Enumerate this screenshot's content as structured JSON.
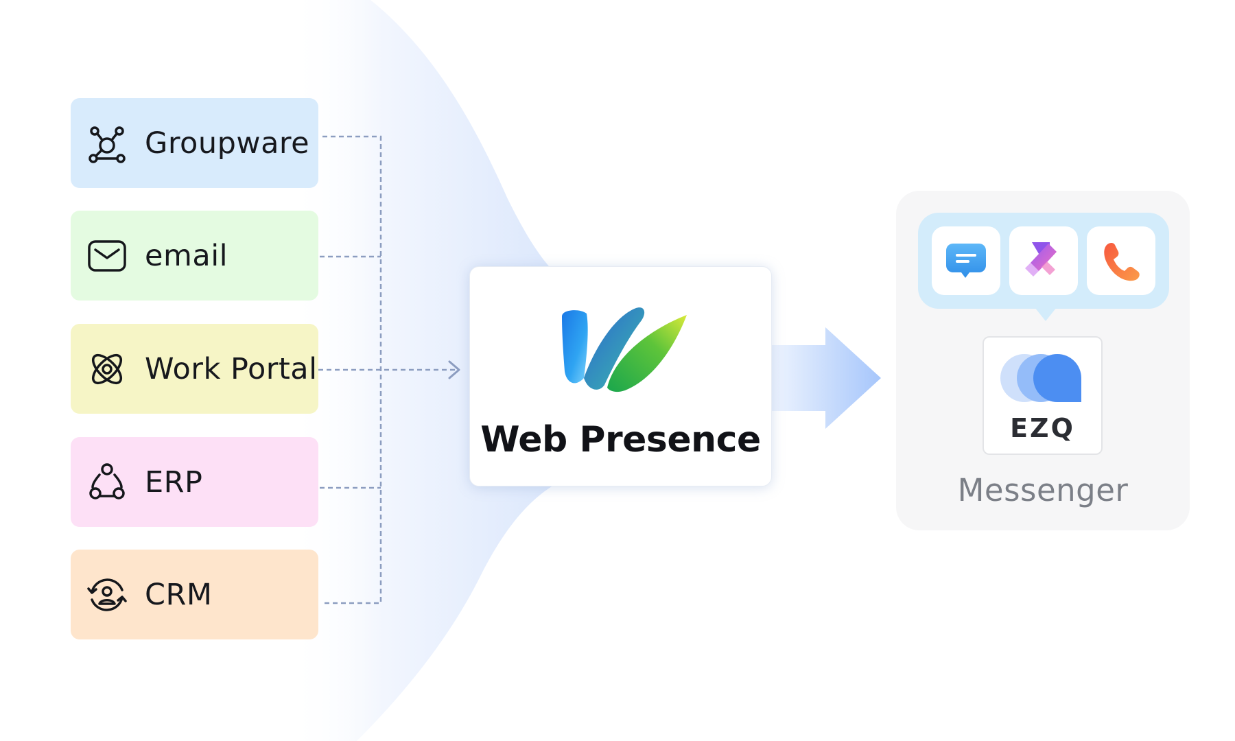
{
  "sources": [
    {
      "label": "Groupware",
      "icon": "network-nodes-icon",
      "color": "#d8ebfc"
    },
    {
      "label": "email",
      "icon": "envelope-icon",
      "color": "#e4fbe1"
    },
    {
      "label": "Work Portal",
      "icon": "atom-icon",
      "color": "#f6f5c6"
    },
    {
      "label": "ERP",
      "icon": "org-structure-icon",
      "color": "#fde0f6"
    },
    {
      "label": "CRM",
      "icon": "user-cycle-icon",
      "color": "#fee5cc"
    }
  ],
  "hub": {
    "label": "Web Presence",
    "logo": "web-presence-w-logo"
  },
  "messenger": {
    "apps": [
      {
        "name": "chat-app-icon",
        "color": "#3ea0f3"
      },
      {
        "name": "todo-app-icon",
        "color": "#b45ee8"
      },
      {
        "name": "call-app-icon",
        "color": "#f46a3b"
      }
    ],
    "brand": "EZQ",
    "label": "Messenger"
  },
  "colors": {
    "connector": "#8c9dc0",
    "flow_arrow": "#a9c8fb",
    "background_glow": "#e8f0fd"
  }
}
